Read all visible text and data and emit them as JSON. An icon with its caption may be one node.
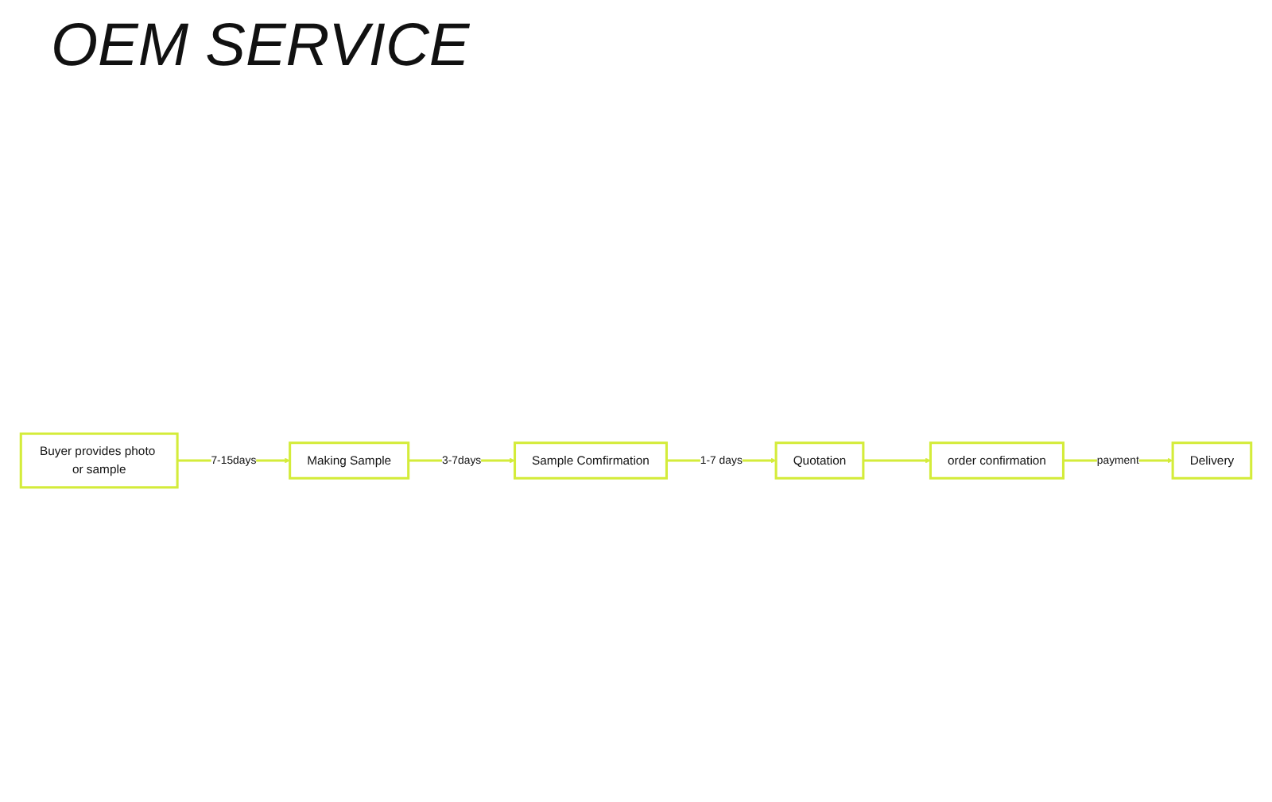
{
  "diagram": {
    "title": "OEM SERVICE",
    "nodes": [
      {
        "text": [
          "Buyer provides photo or sample"
        ]
      },
      {
        "text": [
          "Making Sample"
        ]
      },
      {
        "text": [
          "Sample Comfirmation"
        ]
      },
      {
        "text": [
          "Quotation"
        ]
      },
      {
        "text": [
          "order confirmation"
        ]
      },
      {
        "text": [
          "Delivery"
        ]
      }
    ],
    "edges": [
      {
        "from": 0,
        "to": 1,
        "arrow": "to",
        "label": "7-15days"
      },
      {
        "from": 1,
        "to": 2,
        "arrow": "to",
        "label": "3-7days"
      },
      {
        "from": 2,
        "to": 3,
        "arrow": "to",
        "label": "1-7 days"
      },
      {
        "from": 3,
        "to": 4,
        "arrow": "to"
      },
      {
        "from": 4,
        "to": 5,
        "arrow": "to",
        "label": "payment"
      }
    ]
  }
}
